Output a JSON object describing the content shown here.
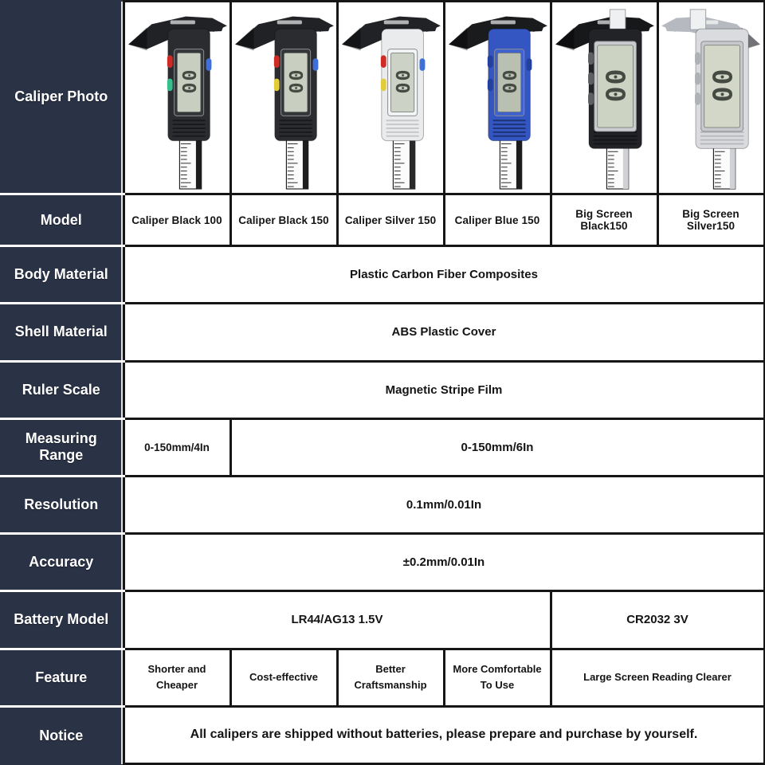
{
  "row_labels": [
    "Caliper Photo",
    "Model",
    "Body Material",
    "Shell Material",
    "Ruler Scale",
    "Measuring Range",
    "Resolution",
    "Accuracy",
    "Battery Model",
    "Feature",
    "Notice"
  ],
  "products": [
    {
      "model": "Caliper Black 100",
      "photo": {
        "jaw": "#212225",
        "body": "#2b2c30",
        "bezel": "#35363a",
        "lcd": "#c9cfc0",
        "display": "00",
        "buttons": [
          "#cf2b26",
          "#35c08e",
          "#3f6fd8"
        ],
        "strip": "#1c1c1e",
        "big": false,
        "mirror": false
      }
    },
    {
      "model": "Caliper Black 150",
      "photo": {
        "jaw": "#212225",
        "body": "#2b2c30",
        "bezel": "#35363a",
        "lcd": "#c9cfc0",
        "display": "00",
        "buttons": [
          "#cf2b26",
          "#e3cc39",
          "#3f6fd8"
        ],
        "strip": "#1c1c1e",
        "big": false,
        "mirror": false
      }
    },
    {
      "model": "Caliper Silver 150",
      "photo": {
        "jaw": "#212225",
        "body": "#e9ebed",
        "bezel": "#f3f4f6",
        "lcd": "#ccd2c6",
        "display": "00",
        "buttons": [
          "#cf2b26",
          "#e3cc39",
          "#3f6fd8"
        ],
        "strip": "#2a2a2c",
        "big": false,
        "mirror": false
      }
    },
    {
      "model": "Caliper Blue 150",
      "photo": {
        "jaw": "#1a1b1d",
        "body": "#3356c2",
        "bezel": "#3f62cf",
        "lcd": "#b9c0b2",
        "display": "00",
        "buttons": [
          "#24409f",
          "#24409f",
          "#24409f"
        ],
        "strip": "#1c1c1e",
        "big": false,
        "mirror": false
      }
    },
    {
      "model": "Big Screen Black150",
      "photo": {
        "jaw": "#17181a",
        "body": "#222327",
        "bezel": "#cbccd0",
        "lcd": "#ccd3c3",
        "display": "00",
        "buttons": [
          "#5d5f63",
          "#5d5f63",
          "#5d5f63"
        ],
        "strip": "#cfd1d4",
        "big": true,
        "mirror": false
      }
    },
    {
      "model": "Big Screen Silver150",
      "photo": {
        "jaw": "#b6bac0",
        "body": "#d9dbde",
        "bezel": "#c7c9cd",
        "lcd": "#d2d7c8",
        "display": "00",
        "buttons": [
          "#aeb1b6",
          "#aeb1b6",
          "#aeb1b6"
        ],
        "strip": "#cfd1d4",
        "big": true,
        "mirror": true
      }
    }
  ],
  "specs": {
    "body_material": "Plastic Carbon Fiber Composites",
    "shell_material": "ABS Plastic Cover",
    "ruler_scale": "Magnetic Stripe Film",
    "measuring_range_col1": "0-150mm/4In",
    "measuring_range_rest": "0-150mm/6In",
    "resolution": "0.1mm/0.01In",
    "accuracy": "±0.2mm/0.01In",
    "battery_cols1_4": "LR44/AG13 1.5V",
    "battery_cols5_6": "CR2032 3V",
    "features": [
      "Shorter and Cheaper",
      "Cost-effective",
      "Better Craftsmanship",
      "More Comfortable To Use",
      "Large Screen Reading Clearer"
    ],
    "notice": "All calipers are shipped without batteries, please prepare and purchase by yourself."
  },
  "colors": {
    "header_bg": "#2a3246",
    "grid": "#161616",
    "cell_bg": "#ffffff",
    "header_text": "#ffffff",
    "body_text": "#141414"
  }
}
